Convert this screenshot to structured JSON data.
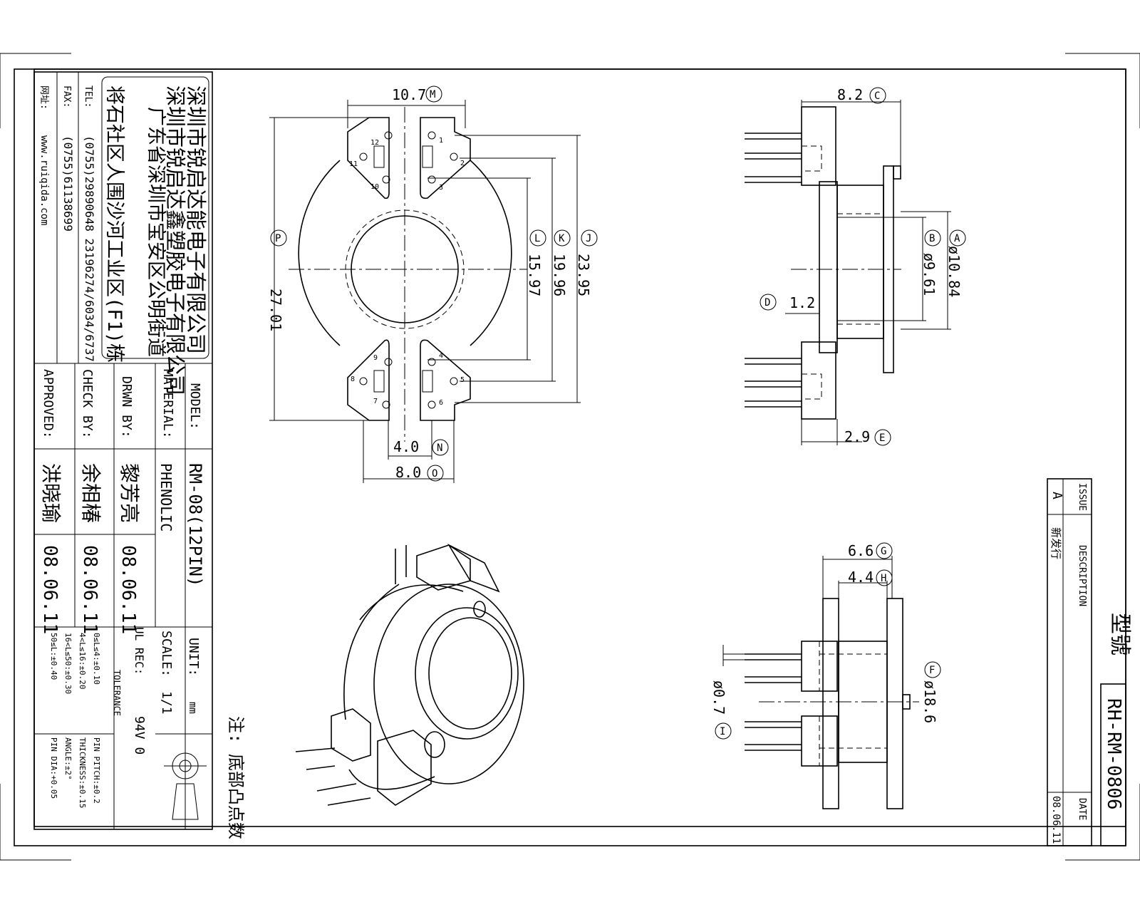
{
  "company": {
    "name": "深圳市锐启达能电子有限公司",
    "subsidiary": "深圳市锐启达鑫塑胶电子有限公司",
    "address_line1": "广东省深圳市宝安区公明街道",
    "address_line2": "将石社区人围沙河工业区(F1)栋",
    "tel_label": "TEL:",
    "tel": "(0755)29890648  23196274/6034/6737",
    "fax_label": "FAX:",
    "fax": "(0755)61138699",
    "web_label": "网址:",
    "web": "www.ruiqida.com"
  },
  "title_block": {
    "model_label": "MODEL:",
    "model": "RM-08(12PIN)",
    "material_label": "MATERIAL:",
    "material": "PHENOLIC",
    "drawn_label": "DRWN BY:",
    "drawn_by": "黎芳亮",
    "drawn_date": "08.06.11",
    "check_label": "CHECK BY:",
    "check_by": "余相椿",
    "check_date": "08.06.11",
    "approved_label": "APPROVED:",
    "approved_by": "洪晓瑜",
    "approved_date": "08.06.11",
    "unit_label": "UNIT:",
    "unit": "mm",
    "scale_label": "SCALE:",
    "scale": "1/1",
    "ul_label": "UL REC:",
    "ul": "94V 0",
    "tolerance_label": "TOLERANCE",
    "tol_1": "0≤L≤4:±0.10",
    "tol_2": "4<L≤16:±0.20",
    "tol_3": "16<L≤50:±0.30",
    "tol_4": "50≤L:±0.40",
    "tol_5": "PIN PITCH:±0.2",
    "tol_6": "THICKNESS:±0.15",
    "tol_7": "ANGLE:±2°",
    "tol_8": "PIN DIA:+0.05"
  },
  "revision": {
    "issue_label": "ISSUE",
    "issue": "A",
    "desc_label": "DESCRIPTION",
    "desc": "新发行",
    "date_label": "DATE",
    "date": "08.06.11",
    "type_label": "型號",
    "part_no": "RH-RM-0806"
  },
  "note": "注: 底部凸点数",
  "dims": {
    "M": "10.7",
    "N": "4.0",
    "O": "8.0",
    "P": "27.01",
    "J": "23.95",
    "K": "19.96",
    "L": "15.97",
    "C": "8.2",
    "A": "ø10.84",
    "B": "ø9.61",
    "D": "1.2",
    "E": "2.9",
    "G": "6.6",
    "H": "4.4",
    "F": "ø18.6",
    "I": "ø0.7"
  },
  "dim_letters": {
    "M": "M",
    "N": "N",
    "O": "O",
    "P": "P",
    "J": "J",
    "K": "K",
    "L": "L",
    "C": "C",
    "A": "A",
    "B": "B",
    "D": "D",
    "E": "E",
    "G": "G",
    "H": "H",
    "F": "F",
    "I": "I"
  },
  "pins": [
    "1",
    "2",
    "3",
    "4",
    "5",
    "6",
    "7",
    "8",
    "9",
    "10",
    "11",
    "12"
  ]
}
